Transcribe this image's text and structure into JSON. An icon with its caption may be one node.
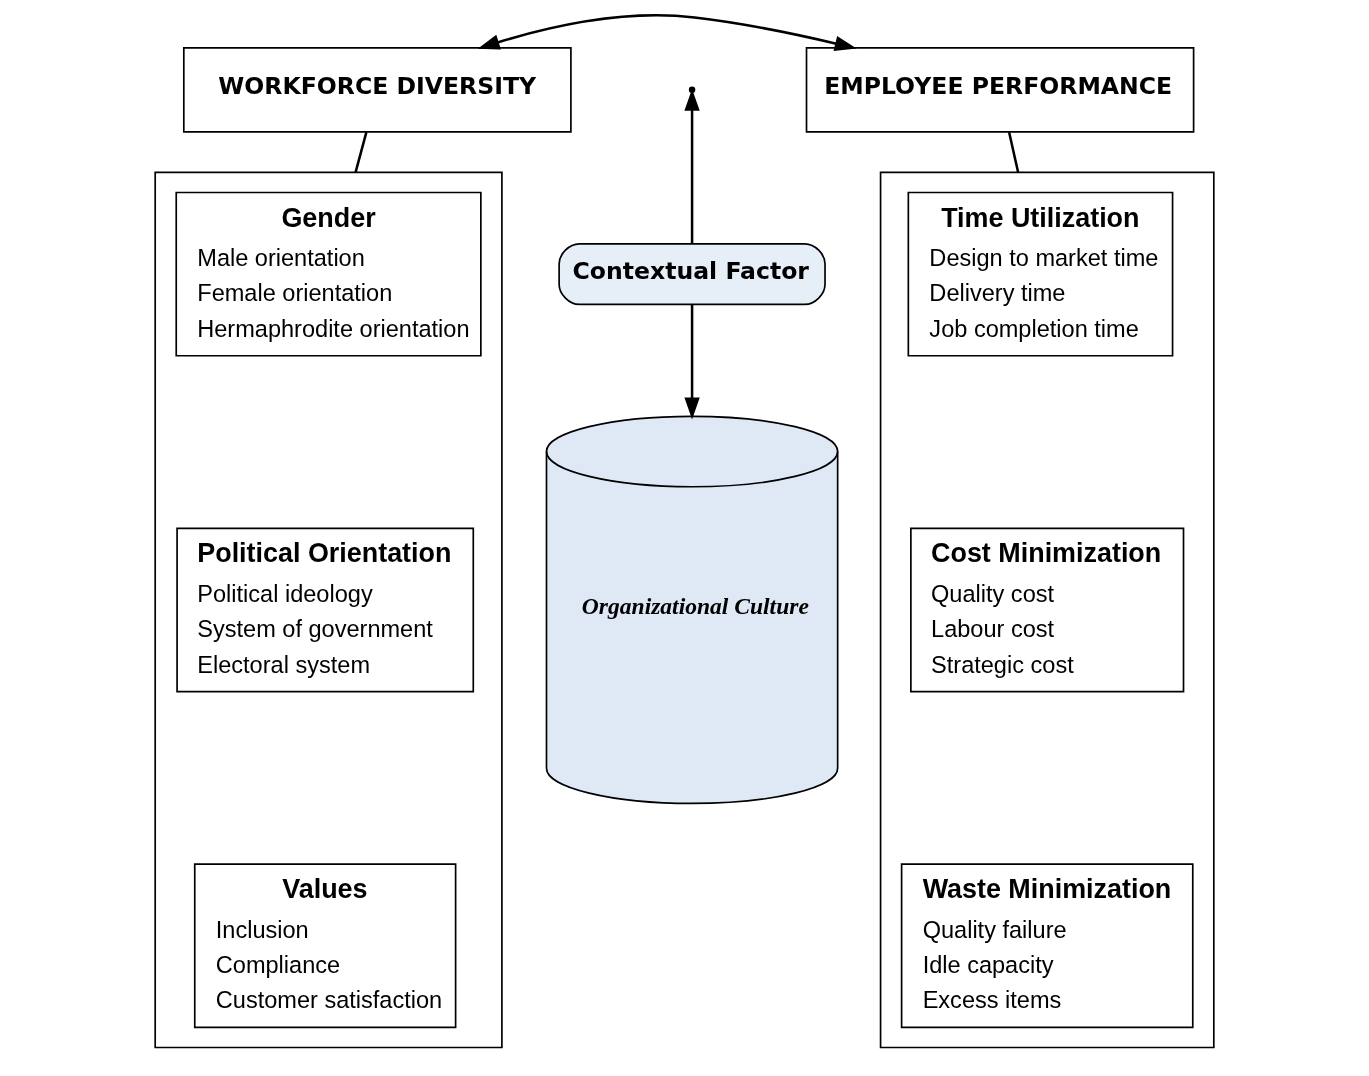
{
  "diagram": {
    "nodes": [
      {
        "text": [
          "WORKFORCE DIVERSITY"
        ]
      },
      {
        "text": [
          "EMPLOYEE PERFORMANCE"
        ]
      },
      {
        "text": [
          "Contextual Factor"
        ]
      },
      {
        "text": [],
        "shape": "box"
      },
      {
        "text": [
          "Gender",
          "Male orientation",
          "Female orientation",
          "Hermaphrodite orientation"
        ],
        "in": 3
      },
      {
        "text": [
          "Political Orientation",
          "Political ideology",
          "System of government",
          "Electoral system"
        ],
        "in": 3
      },
      {
        "text": [
          "Values",
          "Inclusion",
          "Compliance",
          "Customer satisfaction"
        ],
        "in": 3
      },
      {
        "text": [
          "Organizational Culture"
        ]
      },
      {
        "text": [],
        "shape": "box"
      },
      {
        "text": [
          "Time Utilization",
          "Design to market time",
          "Delivery time",
          "Job completion time"
        ],
        "in": 8
      },
      {
        "text": [
          "Cost Minimization",
          "Quality cost",
          "Labour cost",
          "Strategic cost"
        ],
        "in": 8
      },
      {
        "text": [
          "Waste Minimization",
          "Quality failure",
          "Idle capacity",
          "Excess items"
        ],
        "in": 8
      }
    ],
    "edges": [
      {
        "from": 0,
        "to": 1,
        "arrow": "both"
      },
      {
        "from": 2,
        "to": null,
        "arrow": "to"
      },
      {
        "from": 2,
        "to": 7,
        "arrow": "to"
      },
      {
        "from": 0,
        "to": 3,
        "arrow": "none"
      },
      {
        "from": 1,
        "to": 8,
        "arrow": "none"
      }
    ]
  }
}
